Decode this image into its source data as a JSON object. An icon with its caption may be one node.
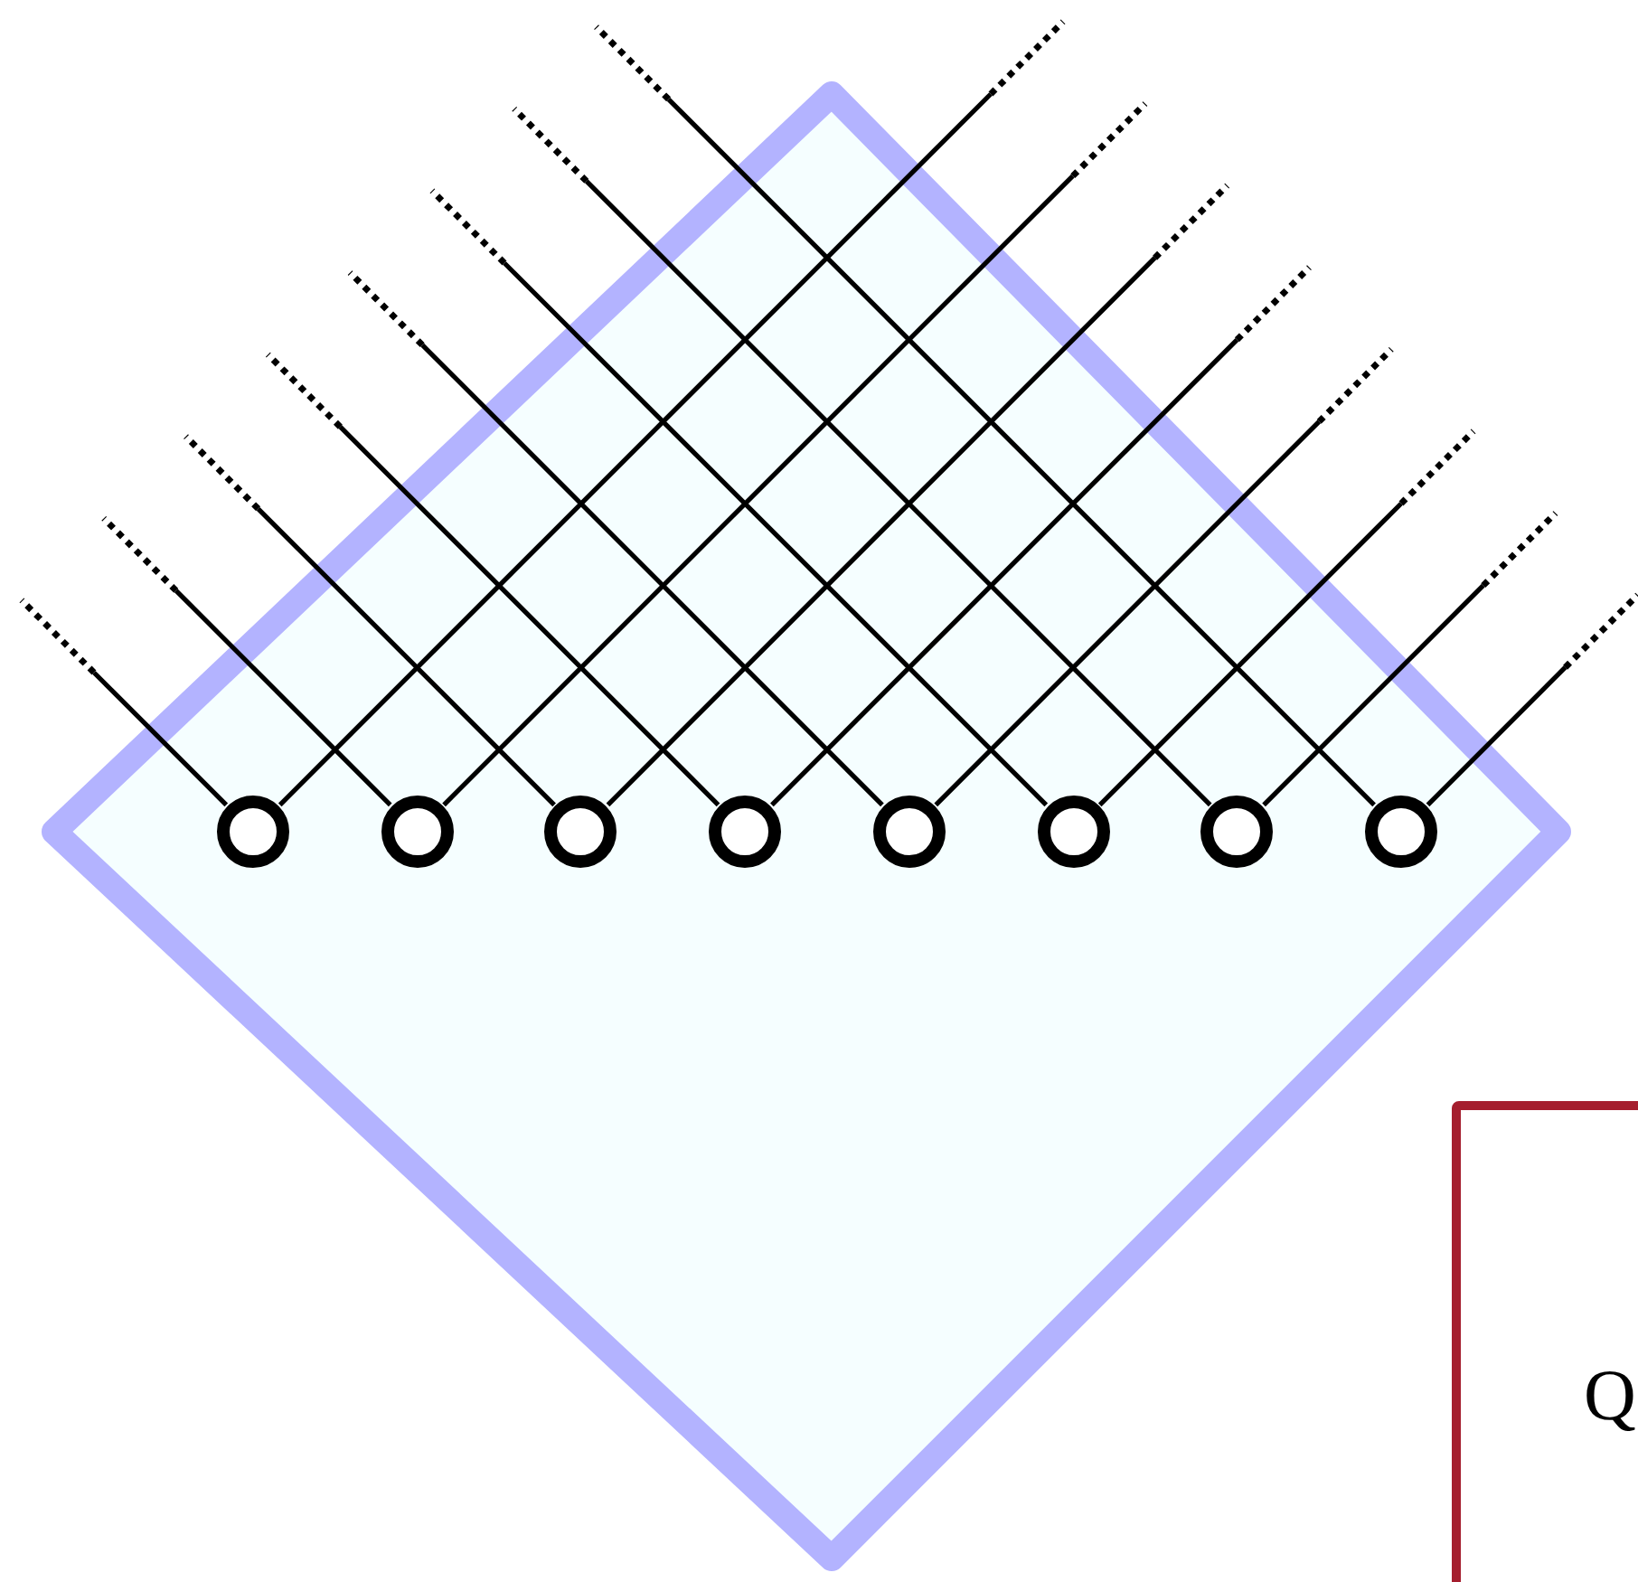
{
  "diagram": {
    "nodes": [
      {
        "text": [],
        "shape": "diamond"
      },
      {
        "text": [],
        "shape": "circle",
        "in": 0
      },
      {
        "text": [],
        "shape": "circle",
        "in": 0
      },
      {
        "text": [],
        "shape": "circle",
        "in": 0
      },
      {
        "text": [],
        "shape": "circle",
        "in": 0
      },
      {
        "text": [],
        "shape": "circle",
        "in": 0
      },
      {
        "text": [],
        "shape": "circle",
        "in": 0
      },
      {
        "text": [],
        "shape": "circle",
        "in": 0
      },
      {
        "text": [],
        "shape": "circle",
        "in": 0
      },
      {
        "text": [
          "Q"
        ]
      }
    ],
    "edges": [
      {
        "from": 1,
        "to": null,
        "arrow": "none"
      },
      {
        "from": 1,
        "to": null,
        "arrow": "none"
      },
      {
        "from": 2,
        "to": null,
        "arrow": "none"
      },
      {
        "from": 2,
        "to": null,
        "arrow": "none"
      },
      {
        "from": 3,
        "to": null,
        "arrow": "none"
      },
      {
        "from": 3,
        "to": null,
        "arrow": "none"
      },
      {
        "from": 4,
        "to": null,
        "arrow": "none"
      },
      {
        "from": 4,
        "to": null,
        "arrow": "none"
      },
      {
        "from": 5,
        "to": null,
        "arrow": "none"
      },
      {
        "from": 5,
        "to": null,
        "arrow": "none"
      },
      {
        "from": 6,
        "to": null,
        "arrow": "none"
      },
      {
        "from": 6,
        "to": null,
        "arrow": "none"
      },
      {
        "from": 7,
        "to": null,
        "arrow": "none"
      },
      {
        "from": 7,
        "to": null,
        "arrow": "none"
      },
      {
        "from": 8,
        "to": null,
        "arrow": "none"
      },
      {
        "from": 8,
        "to": null,
        "arrow": "none"
      }
    ]
  }
}
